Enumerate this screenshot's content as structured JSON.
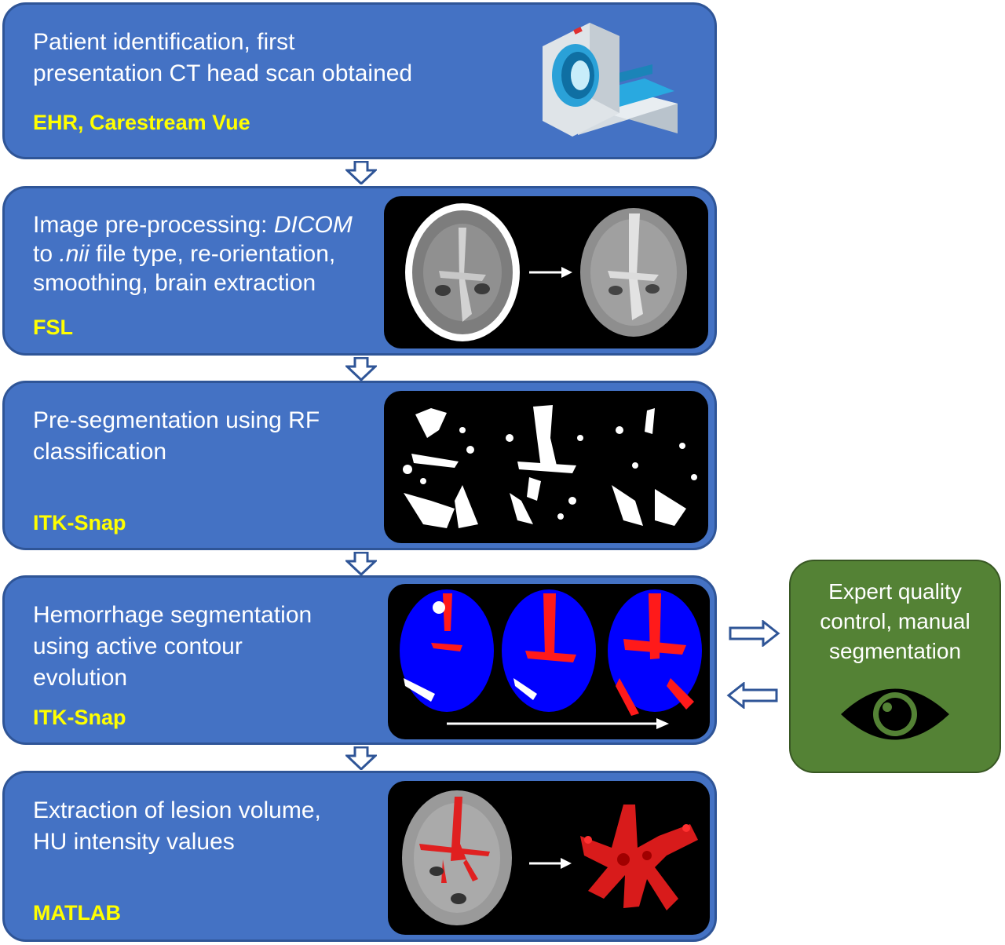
{
  "steps": [
    {
      "title": "Patient identification, first\npresentation CT head scan obtained",
      "tool": "EHR, Carestream Vue",
      "icon": "ct-scanner-icon"
    },
    {
      "title_prefix": "Image pre-processing: ",
      "title_italic1": "DICOM",
      "title_mid": "\nto ",
      "title_italic2": ".nii",
      "title_suffix": " file type, re-orientation,\nsmoothing, brain extraction",
      "tool": "FSL"
    },
    {
      "title": "Pre-segmentation using RF\nclassification",
      "tool": "ITK-Snap"
    },
    {
      "title": "Hemorrhage segmentation\nusing active contour\nevolution",
      "tool": "ITK-Snap"
    },
    {
      "title": "Extraction of lesion volume,\nHU intensity values",
      "tool": "MATLAB"
    }
  ],
  "side": {
    "label": "Expert quality\ncontrol, manual\nsegmentation",
    "icon": "eye-icon"
  },
  "colors": {
    "step_fill": "#4472c4",
    "step_border": "#2f5597",
    "tool_text": "#ffff00",
    "side_fill": "#548235",
    "arrow_outline": "#2f5597",
    "segmentation_blue": "#0000ff",
    "hemorrhage_red": "#ff1a1a"
  }
}
